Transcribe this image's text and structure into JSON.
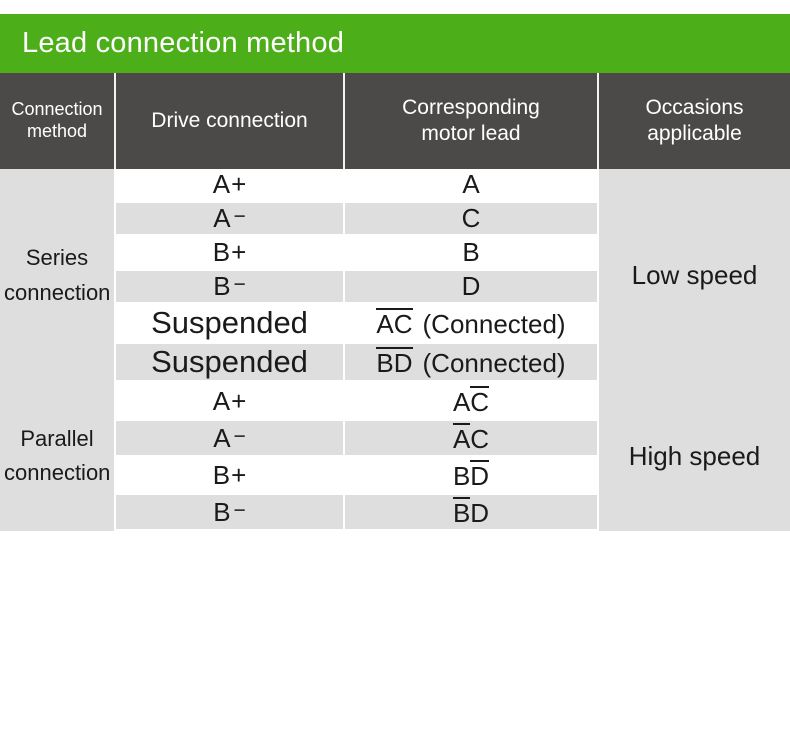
{
  "banner": {
    "title": "Lead connection method",
    "bg_color": "#4caf19",
    "text_color": "#ffffff"
  },
  "table": {
    "header_bg": "#4b4a48",
    "row_white": "#ffffff",
    "row_gray": "#dedede",
    "headers": {
      "connection_method_l1": "Connection",
      "connection_method_l2": "method",
      "drive_connection": "Drive connection",
      "motor_lead_l1": "Corresponding",
      "motor_lead_l2": "motor lead",
      "occasions_l1": "Occasions",
      "occasions_l2": "applicable"
    },
    "sections": [
      {
        "name_l1": "Series",
        "name_l2": "connection",
        "occasion": "Low speed",
        "rows": [
          {
            "drive": "A",
            "drive_sign": "+",
            "lead_a": "A",
            "lead_a_bar": false,
            "lead_b": "",
            "lead_b_bar": false,
            "note": ""
          },
          {
            "drive": "A",
            "drive_sign": "−",
            "lead_a": "C",
            "lead_a_bar": false,
            "lead_b": "",
            "lead_b_bar": false,
            "note": ""
          },
          {
            "drive": "B",
            "drive_sign": "+",
            "lead_a": "B",
            "lead_a_bar": false,
            "lead_b": "",
            "lead_b_bar": false,
            "note": ""
          },
          {
            "drive": "B",
            "drive_sign": "−",
            "lead_a": "D",
            "lead_a_bar": false,
            "lead_b": "",
            "lead_b_bar": false,
            "note": ""
          },
          {
            "drive": "Suspended",
            "drive_sign": "",
            "lead_a": "A",
            "lead_a_bar": true,
            "lead_b": "C",
            "lead_b_bar": true,
            "note": "(Connected)"
          },
          {
            "drive": "Suspended",
            "drive_sign": "",
            "lead_a": "B",
            "lead_a_bar": true,
            "lead_b": "D",
            "lead_b_bar": true,
            "note": "(Connected)"
          }
        ]
      },
      {
        "name_l1": "Parallel",
        "name_l2": "connection",
        "occasion": "High speed",
        "rows": [
          {
            "drive": "A",
            "drive_sign": "+",
            "lead_a": "A",
            "lead_a_bar": false,
            "lead_b": "C",
            "lead_b_bar": true,
            "note": ""
          },
          {
            "drive": "A",
            "drive_sign": "−",
            "lead_a": "A",
            "lead_a_bar": true,
            "lead_b": "C",
            "lead_b_bar": false,
            "note": ""
          },
          {
            "drive": "B",
            "drive_sign": "+",
            "lead_a": "B",
            "lead_a_bar": false,
            "lead_b": "D",
            "lead_b_bar": true,
            "note": ""
          },
          {
            "drive": "B",
            "drive_sign": "−",
            "lead_a": "B",
            "lead_a_bar": true,
            "lead_b": "D",
            "lead_b_bar": false,
            "note": ""
          }
        ]
      }
    ]
  }
}
